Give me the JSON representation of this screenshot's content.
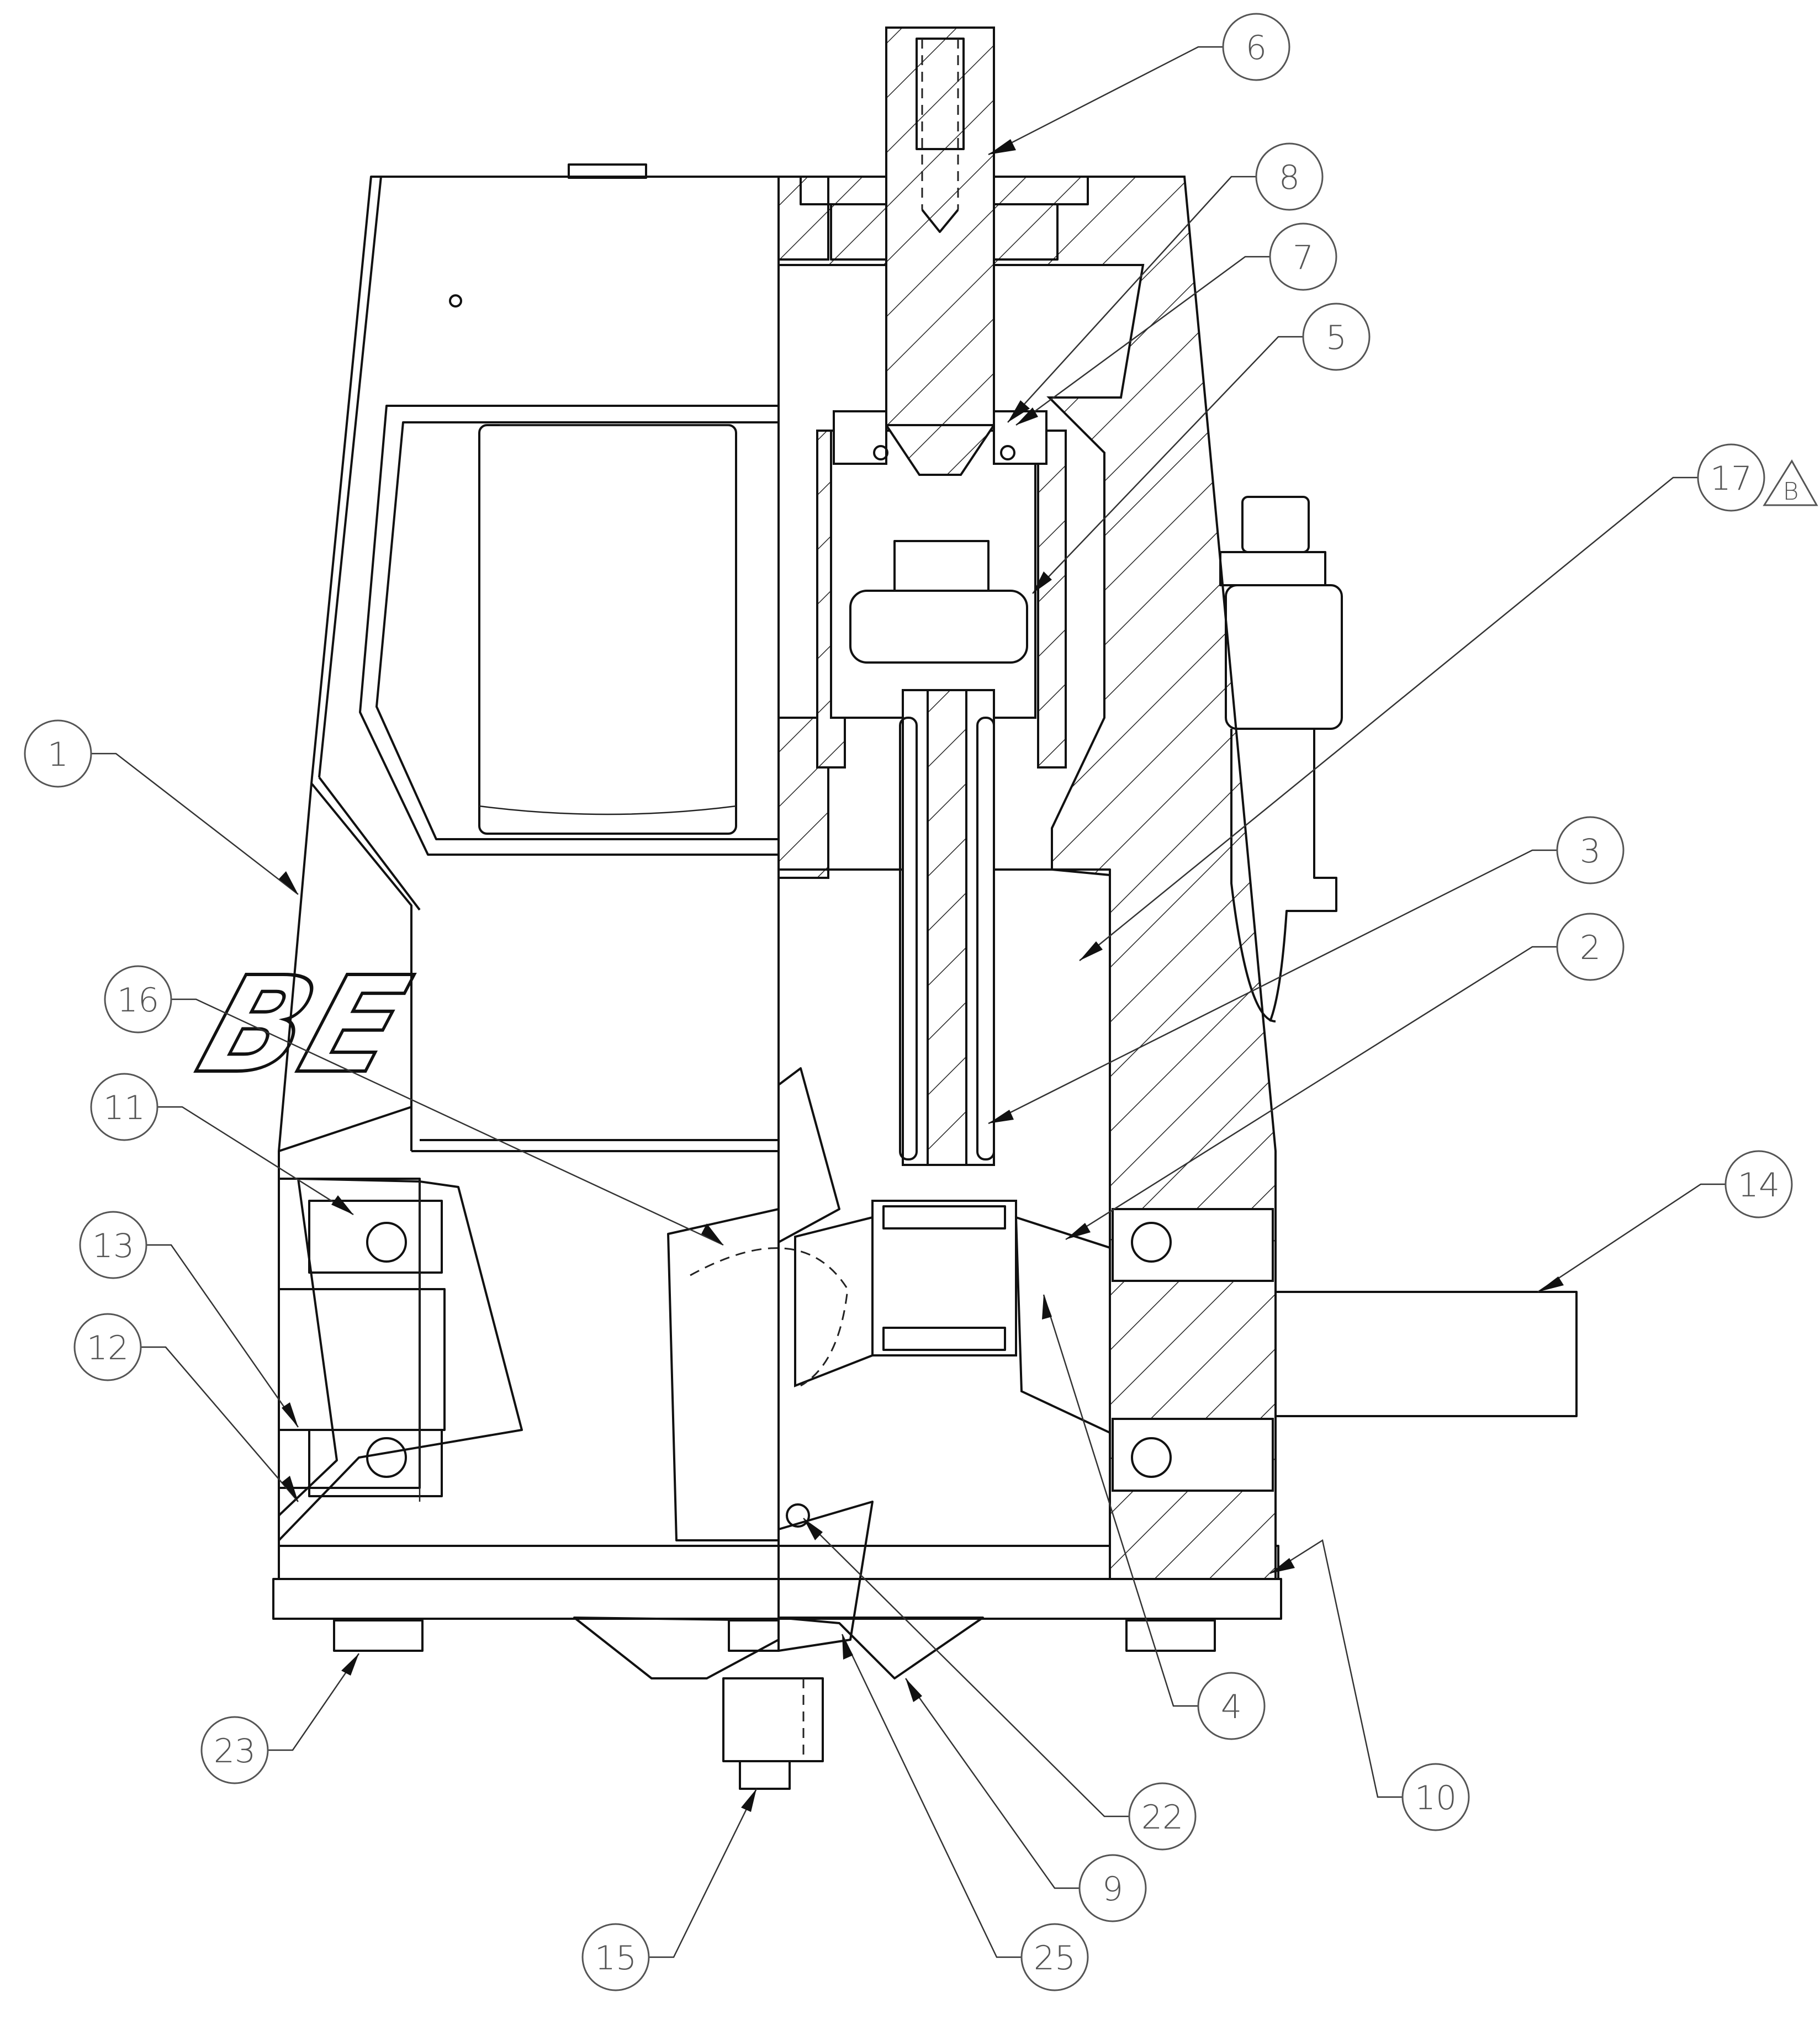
{
  "logo_text": "BE",
  "revision_mark": "B",
  "callouts": [
    {
      "id": "c1",
      "label": "1"
    },
    {
      "id": "c2",
      "label": "2"
    },
    {
      "id": "c3",
      "label": "3"
    },
    {
      "id": "c4",
      "label": "4"
    },
    {
      "id": "c5",
      "label": "5"
    },
    {
      "id": "c6",
      "label": "6"
    },
    {
      "id": "c7",
      "label": "7"
    },
    {
      "id": "c8",
      "label": "8"
    },
    {
      "id": "c9",
      "label": "9"
    },
    {
      "id": "c10",
      "label": "10"
    },
    {
      "id": "c11",
      "label": "11"
    },
    {
      "id": "c12",
      "label": "12"
    },
    {
      "id": "c13",
      "label": "13"
    },
    {
      "id": "c14",
      "label": "14"
    },
    {
      "id": "c15",
      "label": "15"
    },
    {
      "id": "c16",
      "label": "16"
    },
    {
      "id": "c17",
      "label": "17"
    },
    {
      "id": "c22",
      "label": "22"
    },
    {
      "id": "c23",
      "label": "23"
    },
    {
      "id": "c25",
      "label": "25"
    }
  ]
}
